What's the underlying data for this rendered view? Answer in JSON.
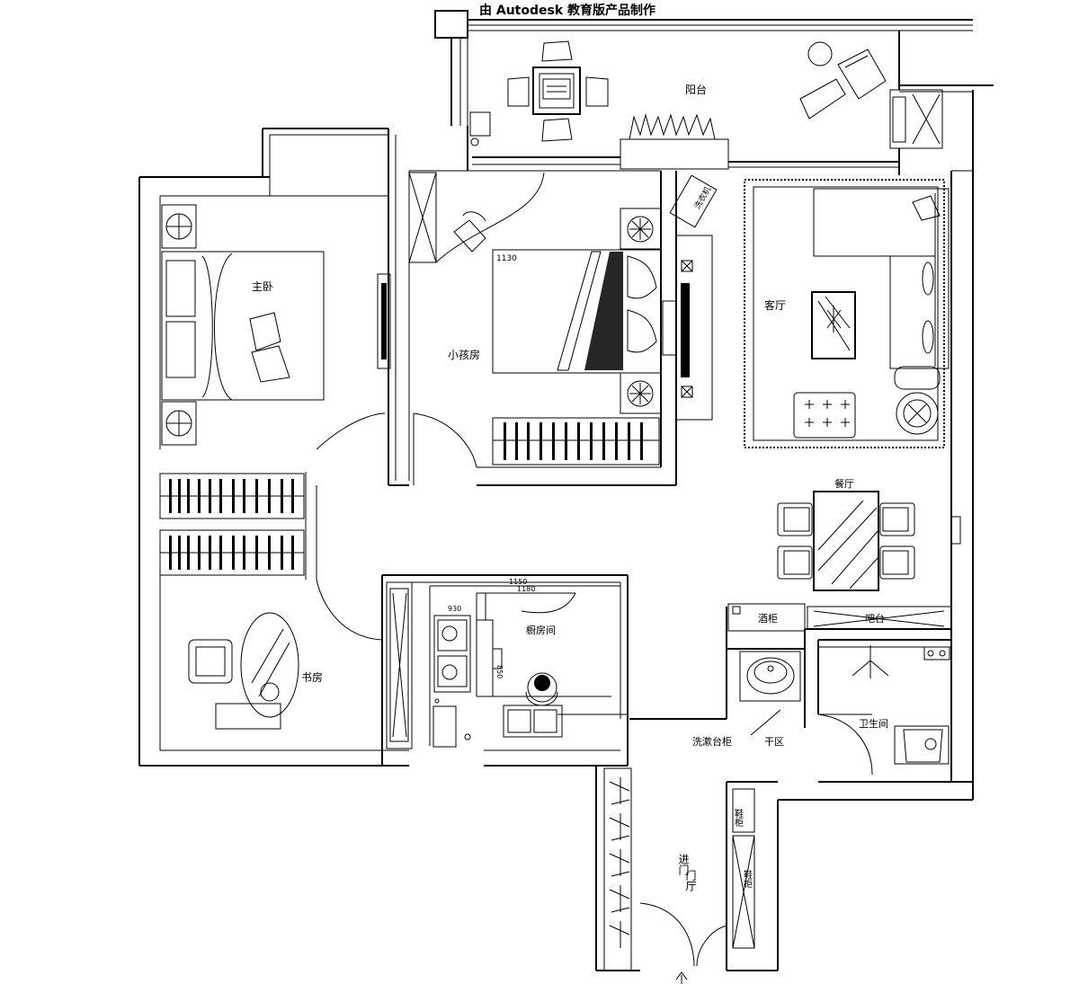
{
  "header": {
    "watermark": "由 Autodesk 教育版产品制作"
  },
  "rooms": {
    "balcony": "阳台",
    "master_bedroom": "主卧",
    "second_bedroom": "小孩房",
    "living_room": "客厅",
    "dining_room": "餐厅",
    "kitchen": "橱房间",
    "study": "书房",
    "bathroom": "卫生间",
    "dry_area": "干区",
    "entrance_line1": "进门",
    "entrance_line2": "门厅"
  },
  "fixtures": {
    "washing_machine": "洗衣机",
    "wine_cabinet": "酒柜",
    "washbasin_cabinet": "洗漱台柜",
    "bar_counter": "吧台",
    "shoe_cabinet_top": "鞋柜",
    "shoe_cabinet_bottom": "鞋柜"
  },
  "dimensions": {
    "d1": "1130",
    "d2": "1180",
    "d3": "1150",
    "d4": "850",
    "d5": "930"
  },
  "colors": {
    "line": "#000000",
    "background": "#ffffff"
  }
}
